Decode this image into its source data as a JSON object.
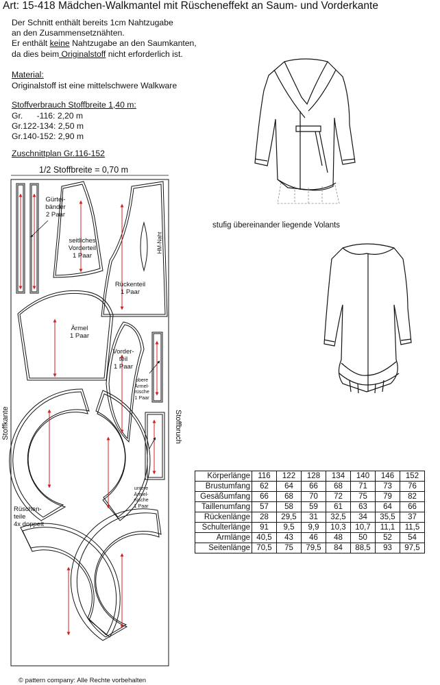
{
  "title": "Art:  15-418 Mädchen-Walkmantel mit Rüscheneffekt an Saum- und Vorderkante",
  "intro": {
    "line1": "Der Schnitt enthält bereits 1cm Nahtzugabe",
    "line2": "an den Zusammensetznähten.",
    "line3a": "Er enthält ",
    "line3b": "keine",
    "line3c": " Nahtzugabe an den Saumkanten,",
    "line4a": "da dies beim",
    "line4b": " Originalstoff",
    "line4c": " nicht erforderlich ist."
  },
  "material": {
    "heading": "Material:",
    "text": "Originalstoff ist eine mittelschwere Walkware"
  },
  "stoffverbrauch": {
    "heading": "Stoffverbrauch Stoffbreite 1,40 m:",
    "rows": [
      "Gr.      -116: 2,20 m",
      "Gr.122-134: 2,50 m",
      "Gr.140-152: 2,90 m"
    ]
  },
  "zuschnittplan": {
    "heading": "Zuschnittplan Gr.116-152",
    "half_width": "1/2  Stoffbreite = 0,70 m",
    "side_left": "Stoffkante",
    "side_right": "Stoffbruch",
    "pieces": {
      "guertel": [
        "Gürtel-",
        "bänder",
        "2 Paar"
      ],
      "seitl": [
        "seitliches",
        "Vorderteil",
        "1 Paar"
      ],
      "hm_naht": "HM-Naht",
      "ruecken": [
        "Rückenteil",
        "1 Paar"
      ],
      "aermel": [
        "Ärmel",
        "1 Paar"
      ],
      "vorder": [
        "Vorder-",
        "teil",
        "1 Paar"
      ],
      "obere": [
        "obere",
        "Ärmel-",
        "rüsche",
        "1 Paar"
      ],
      "untere": [
        "untere",
        "Ärmel-",
        "rüsche",
        "1 Paar"
      ],
      "ruesche": [
        "Rüschen-",
        "teile",
        "4x doppelt"
      ]
    }
  },
  "volants_caption": "stufig übereinander liegende Volants",
  "size_table": {
    "header_label": "Körperlänge",
    "sizes": [
      "116",
      "122",
      "128",
      "134",
      "140",
      "146",
      "152"
    ],
    "rows": [
      {
        "label": "Brustumfang",
        "values": [
          "62",
          "64",
          "66",
          "68",
          "71",
          "73",
          "76"
        ]
      },
      {
        "label": "Gesäßumfang",
        "values": [
          "66",
          "68",
          "70",
          "72",
          "75",
          "79",
          "82"
        ]
      },
      {
        "label": "Taillenumfang",
        "values": [
          "57",
          "58",
          "59",
          "61",
          "63",
          "64",
          "66"
        ]
      },
      {
        "label": "Rückenlänge",
        "values": [
          "28",
          "29,5",
          "31",
          "32,5",
          "34",
          "35,5",
          "37"
        ]
      },
      {
        "label": "Schulterlänge",
        "values": [
          "91",
          "9,5",
          "9,9",
          "10,3",
          "10,7",
          "11,1",
          "11,5"
        ]
      },
      {
        "label": "Armlänge",
        "values": [
          "40,5",
          "43",
          "46",
          "48",
          "50",
          "52",
          "54"
        ]
      },
      {
        "label": "Seitenlänge",
        "values": [
          "70,5",
          "75",
          "79,5",
          "84",
          "88,5",
          "93",
          "97,5"
        ]
      }
    ]
  },
  "footer": "© pattern company:   Alle Rechte vorbehalten",
  "colors": {
    "grain_arrow": "#d22020",
    "line": "#111111"
  }
}
